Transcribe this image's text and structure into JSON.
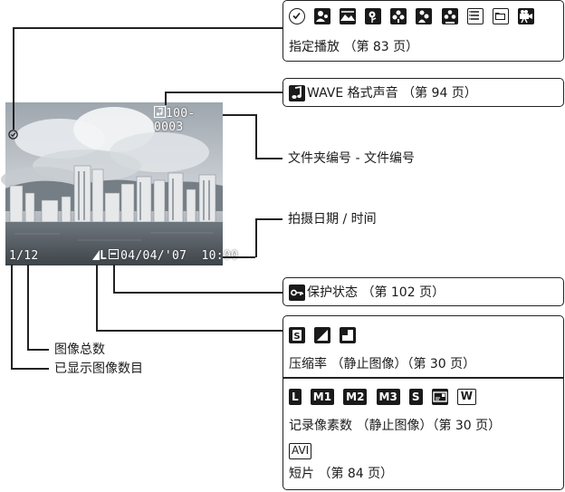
{
  "photo_osd": {
    "file_number": "100-0003",
    "image_count": "1/12",
    "datetime": "04/04/'07  10:00"
  },
  "callouts": {
    "playback": "指定播放 （第 83 页）",
    "wave_sound": "WAVE 格式声音 （第 94 页）",
    "folder_file": "文件夹编号 - 文件编号",
    "shoot_datetime": "拍摄日期 / 时间",
    "protect": "保护状态 （第 102 页）",
    "compression": "压缩率 （静止图像）（第 30 页）",
    "pixels": "记录像素数 （静止图像）（第 30 页）",
    "movie": "短片 （第 84 页）",
    "total_images": "图像总数",
    "shown_image_number": "已显示图像数目"
  },
  "pixel_tags": [
    "L",
    "M1",
    "M2",
    "M3",
    "S",
    "W"
  ],
  "movie_tag": "AVI",
  "icons": {
    "playback_row": [
      "clock-icon",
      "portrait-icon",
      "landscape-icon",
      "flower-icon",
      "people-1-icon",
      "people-2-icon",
      "people-3-icon",
      "list-icon",
      "folder-icon",
      "movie-camera-icon"
    ],
    "wave": "note-icon",
    "protect": "key-icon",
    "compression_row": [
      "superfine-icon",
      "fine-icon",
      "normal-icon"
    ],
    "pixel_extra": "postcard-icon"
  }
}
